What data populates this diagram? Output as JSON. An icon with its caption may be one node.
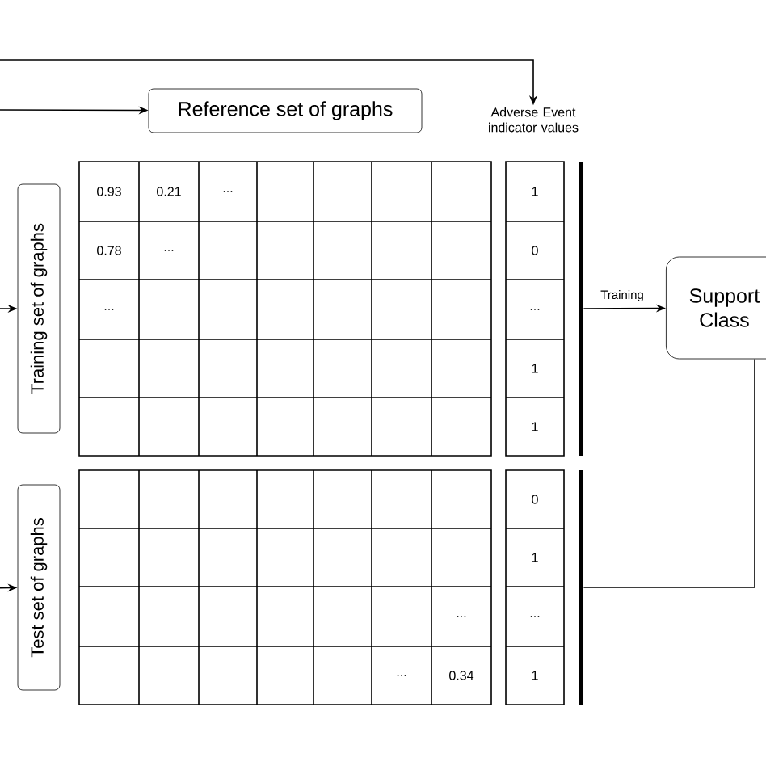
{
  "diagram": {
    "nodes": [
      {
        "text": [
          "Reference set of graphs"
        ]
      },
      {
        "text": [
          "Adverse Event indicator values"
        ]
      },
      {
        "text": [
          "Training set of graphs"
        ]
      },
      {
        "text": [
          "Test set of graphs"
        ]
      },
      {
        "text": [],
        "shape": "bar"
      },
      {
        "text": [
          "Support Class"
        ]
      },
      {
        "text": [],
        "shape": "bar"
      }
    ],
    "edges": [
      {
        "from": null,
        "to": 1,
        "arrow": "to"
      },
      {
        "from": null,
        "to": 0,
        "arrow": "to"
      },
      {
        "from": null,
        "to": 2,
        "arrow": "to"
      },
      {
        "from": null,
        "to": 3,
        "arrow": "to"
      },
      {
        "from": 4,
        "to": 5,
        "arrow": "to",
        "label": "Training"
      },
      {
        "from": 5,
        "to": 6,
        "arrow": "none"
      }
    ],
    "labels": [
      "0.93",
      "0.21",
      "...",
      "1",
      "0.78",
      "...",
      "0",
      "...",
      "...",
      "1",
      "1",
      "0",
      "1",
      "...",
      "...",
      "...",
      "0.34",
      "1"
    ]
  }
}
